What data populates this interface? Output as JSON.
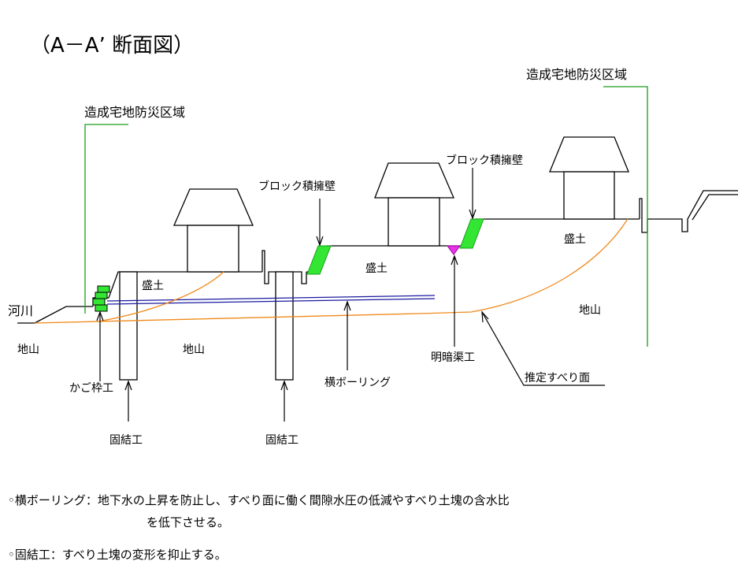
{
  "title": "（A－A’ 断面図）",
  "labels": {
    "zone_left": "造成宅地防災区域",
    "zone_right": "造成宅地防災区域",
    "block_wall_1": "ブロック積擁壁",
    "block_wall_2": "ブロック積擁壁",
    "fill_1": "盛土",
    "fill_2": "盛土",
    "fill_3": "盛土",
    "river": "河川",
    "ground_1": "地山",
    "ground_2": "地山",
    "ground_3": "地山",
    "gabion": "かご枠工",
    "pile_1": "固結工",
    "pile_2": "固結工",
    "horizontal_boring": "横ボーリング",
    "drain": "明暗渠工",
    "slip_surface": "推定すべり面"
  },
  "notes": [
    {
      "line1": "◦横ボーリング：地下水の上昇を防止し、すべり面に働く間隙水圧の低減やすべり土塊の含水比",
      "line2": "を低下させる。"
    },
    {
      "line1": "◦固結工：すべり土塊の変形を抑止する。"
    }
  ],
  "colors": {
    "zone_line": "#1a9e1a",
    "slip_line": "#f08a1c",
    "boring_line": "#1a1aa0",
    "wall_fill": "#33e633",
    "drain_fill": "#e633e6",
    "structure": "#000000"
  }
}
